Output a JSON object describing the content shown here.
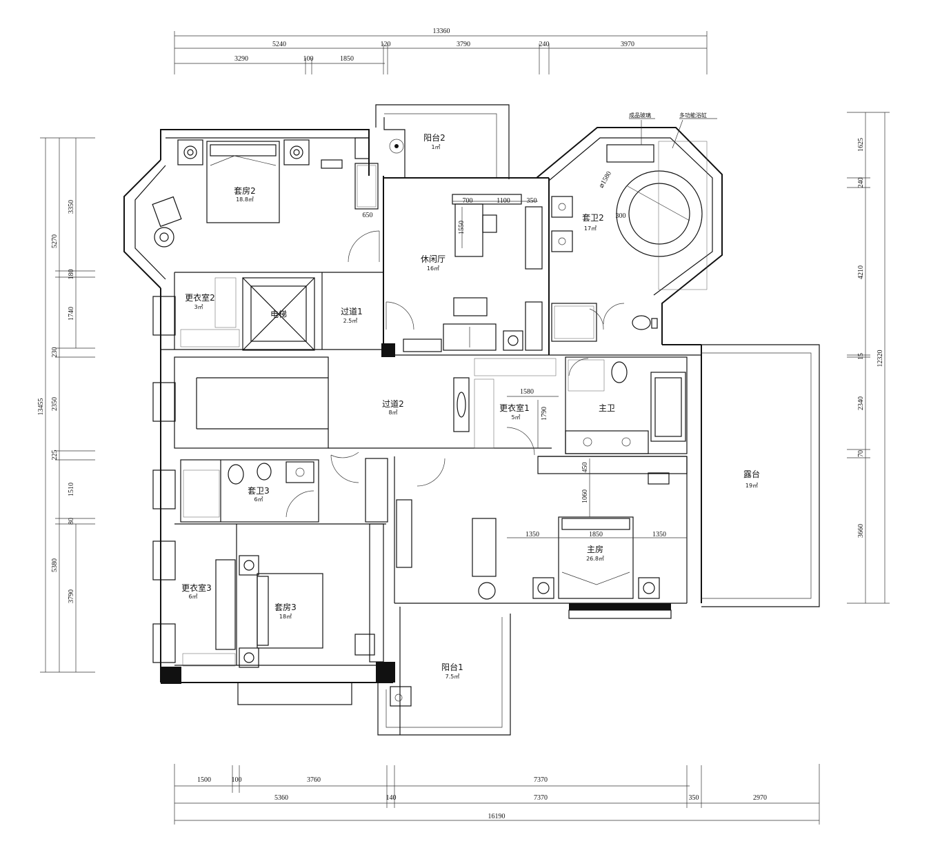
{
  "dimensions": {
    "top_total": "13360",
    "top_row1": [
      "5240",
      "120",
      "3790",
      "240",
      "3970"
    ],
    "top_row2": [
      "3290",
      "100",
      "1850"
    ],
    "bottom_row1": [
      "1500",
      "100",
      "3760",
      "7370"
    ],
    "bottom_row2": [
      "5360",
      "140",
      "7370",
      "350",
      "2970"
    ],
    "bottom_total": "16190",
    "left_total": "13455",
    "left_outer": [
      "5270",
      "230",
      "2350",
      "225",
      "1510",
      "80",
      "5380"
    ],
    "left_inner": [
      "3350",
      "180",
      "1740",
      "3790"
    ],
    "right_total": "12320",
    "right_inner": [
      "1625",
      "240",
      "4210",
      "15",
      "2340",
      "70",
      "3660"
    ]
  },
  "rooms": {
    "suite2": {
      "name": "套房2",
      "area": "18.8㎡"
    },
    "balcony2": {
      "name": "阳台2",
      "area": "1㎡"
    },
    "leisure_hall": {
      "name": "休闲厅",
      "area": "16㎡"
    },
    "bath2": {
      "name": "套卫2",
      "area": "17㎡"
    },
    "wardrobe2": {
      "name": "更衣室2",
      "area": "3㎡"
    },
    "elevator": {
      "name": "电梯",
      "area": ""
    },
    "corridor1": {
      "name": "过道1",
      "area": "2.5㎡"
    },
    "corridor2": {
      "name": "过道2",
      "area": "8㎡"
    },
    "wardrobe1": {
      "name": "更衣室1",
      "area": "5㎡"
    },
    "master_bath": {
      "name": "主卫",
      "area": ""
    },
    "bath3": {
      "name": "套卫3",
      "area": "6㎡"
    },
    "terrace": {
      "name": "露台",
      "area": "19㎡"
    },
    "master_room": {
      "name": "主房",
      "area": "26.8㎡"
    },
    "wardrobe3": {
      "name": "更衣室3",
      "area": "6㎡"
    },
    "suite3": {
      "name": "套房3",
      "area": "18㎡"
    },
    "balcony1": {
      "name": "阳台1",
      "area": "7.5㎡"
    }
  },
  "inner_dims": {
    "d650": "650",
    "d700": "700",
    "d1100": "1100",
    "d350": "350",
    "d1550": "1550",
    "d1580": "1580",
    "d1790": "1790",
    "d450": "450",
    "d1060": "1060",
    "d1350a": "1350",
    "d1850": "1850",
    "d1350b": "1350",
    "tub_dia": "⌀1580",
    "tub_r": "300"
  },
  "notes": {
    "shower_glass": "成品玻璃",
    "spa_tub": "多功能浴缸"
  }
}
